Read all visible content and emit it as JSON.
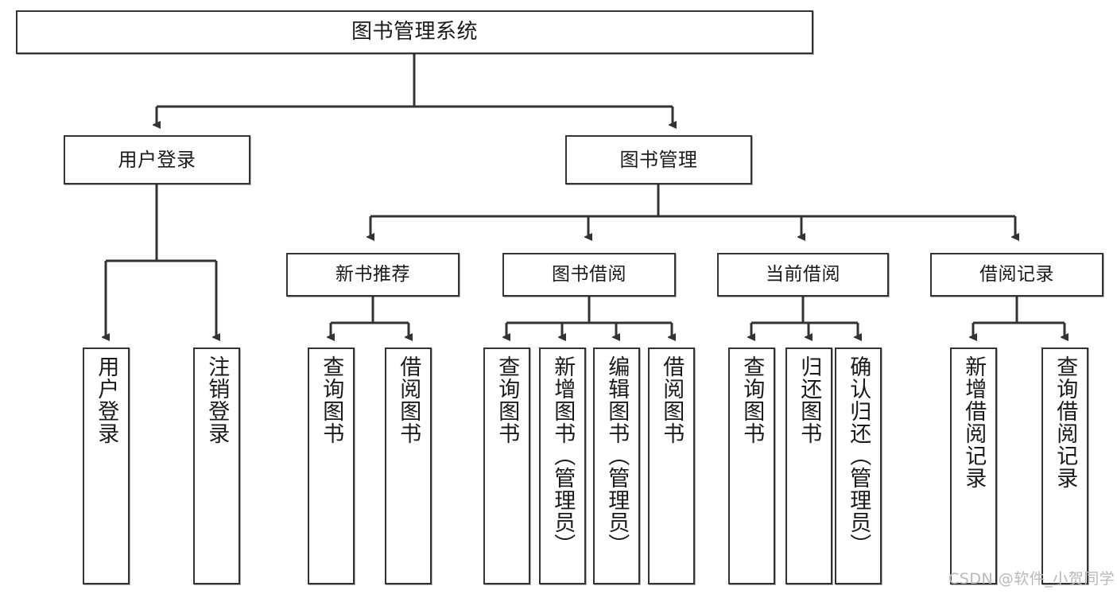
{
  "diagram": {
    "title": "图书管理系统",
    "type": "tree-hierarchy",
    "watermark": "CSDN @软件_小贺同学",
    "colors": {
      "box_border": "#333333",
      "box_fill": "#ffffff",
      "edge": "#333333",
      "text": "#1a1a1a",
      "watermark": "#b9b9b9",
      "background": "#ffffff"
    },
    "nodes": {
      "root": {
        "label": "图书管理系统",
        "orientation": "horizontal"
      },
      "level1": [
        {
          "id": "user-login",
          "label": "用户登录",
          "orientation": "horizontal"
        },
        {
          "id": "book-manage",
          "label": "图书管理",
          "orientation": "horizontal"
        }
      ],
      "level2": [
        {
          "id": "new-book-recommend",
          "label": "新书推荐",
          "orientation": "horizontal"
        },
        {
          "id": "book-borrow",
          "label": "图书借阅",
          "orientation": "horizontal"
        },
        {
          "id": "current-borrow",
          "label": "当前借阅",
          "orientation": "horizontal"
        },
        {
          "id": "borrow-record",
          "label": "借阅记录",
          "orientation": "horizontal"
        }
      ],
      "leaves": [
        {
          "id": "leaf-user-login",
          "label": "用户登录",
          "parent": "user-login",
          "orientation": "vertical"
        },
        {
          "id": "leaf-user-logout",
          "label": "注销登录",
          "parent": "user-login",
          "orientation": "vertical"
        },
        {
          "id": "leaf-query-book-1",
          "label": "查询图书",
          "parent": "new-book-recommend",
          "orientation": "vertical"
        },
        {
          "id": "leaf-borrow-book-1",
          "label": "借阅图书",
          "parent": "new-book-recommend",
          "orientation": "vertical"
        },
        {
          "id": "leaf-query-book-2",
          "label": "查询图书",
          "parent": "book-borrow",
          "orientation": "vertical"
        },
        {
          "id": "leaf-add-book",
          "label": "新增图书（管理员）",
          "parent": "book-borrow",
          "orientation": "vertical"
        },
        {
          "id": "leaf-edit-book",
          "label": "编辑图书（管理员）",
          "parent": "book-borrow",
          "orientation": "vertical"
        },
        {
          "id": "leaf-borrow-book-2",
          "label": "借阅图书",
          "parent": "book-borrow",
          "orientation": "vertical"
        },
        {
          "id": "leaf-query-book-3",
          "label": "查询图书",
          "parent": "current-borrow",
          "orientation": "vertical"
        },
        {
          "id": "leaf-return-book",
          "label": "归还图书",
          "parent": "current-borrow",
          "orientation": "vertical"
        },
        {
          "id": "leaf-confirm-return",
          "label": "确认归还（管理员）",
          "parent": "current-borrow",
          "orientation": "vertical"
        },
        {
          "id": "leaf-add-record",
          "label": "新增借阅记录",
          "parent": "borrow-record",
          "orientation": "vertical"
        },
        {
          "id": "leaf-query-record",
          "label": "查询借阅记录",
          "parent": "borrow-record",
          "orientation": "vertical"
        }
      ]
    }
  }
}
